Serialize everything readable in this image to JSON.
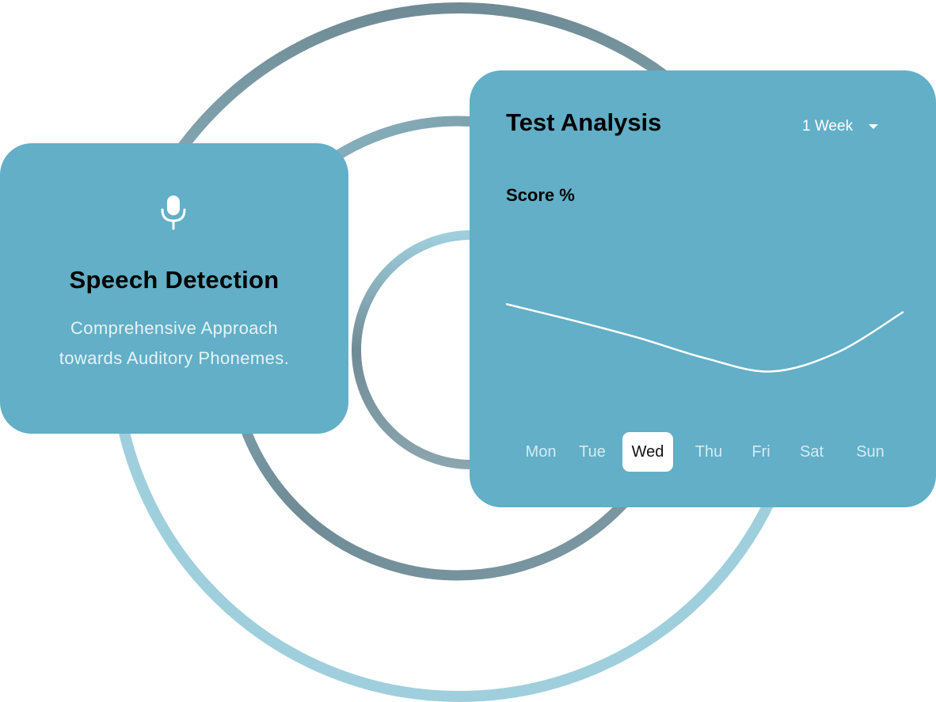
{
  "speech_card": {
    "title": "Speech Detection",
    "description_line1": "Comprehensive Approach",
    "description_line2": "towards Auditory Phonemes.",
    "icon": "microphone-icon"
  },
  "analysis_card": {
    "title": "Test Analysis",
    "range_selector": {
      "value": "1 Week",
      "icon": "caret-down-icon"
    },
    "score_label": "Score %",
    "days": [
      "Mon",
      "Tue",
      "Wed",
      "Thu",
      "Fri",
      "Sat",
      "Sun"
    ],
    "selected_day": "Wed"
  },
  "colors": {
    "card": "#62afc7",
    "ring_dark": "#6f8b95",
    "ring_light": "#9fcfdd",
    "selected_day_bg": "#ffffff"
  },
  "chart_data": {
    "type": "line",
    "title": "",
    "ylabel": "Score %",
    "xlabel": "",
    "categories": [
      "Mon",
      "Tue",
      "Wed",
      "Thu",
      "Fri",
      "Sat",
      "Sun"
    ],
    "series": [
      {
        "values": [
          68,
          56,
          43,
          28,
          18,
          32,
          62
        ]
      }
    ],
    "ylim": [
      0,
      100
    ],
    "grid": false,
    "highlighted_category": "Wed"
  }
}
